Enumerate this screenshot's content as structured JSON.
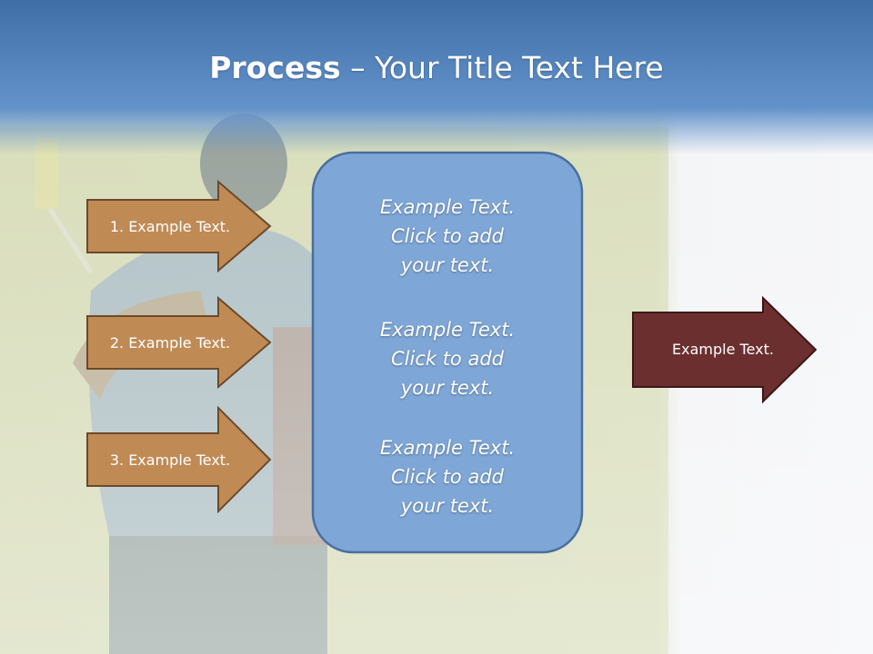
{
  "slide": {
    "title_bold": "Process",
    "title_rest": " – Your Title Text Here"
  },
  "left_arrows": [
    {
      "label": "1. Example Text."
    },
    {
      "label": "2. Example Text."
    },
    {
      "label": "3. Example Text."
    }
  ],
  "center_box": {
    "blocks": [
      {
        "lines": [
          "Example Text.",
          "Click  to add",
          "your text."
        ]
      },
      {
        "lines": [
          "Example Text.",
          "Click  to add",
          "your text."
        ]
      },
      {
        "lines": [
          "Example Text.",
          "Click  to add",
          "your text."
        ]
      }
    ]
  },
  "right_arrow": {
    "label": "Example Text."
  },
  "colors": {
    "header_blue": "#4a7bb5",
    "left_arrow_fill": "#c08a55",
    "left_arrow_stroke": "#6b4a2a",
    "center_box_fill": "#7ea6d6",
    "center_box_stroke": "#4a6f9e",
    "right_arrow_fill": "#6b2f2f",
    "right_arrow_stroke": "#3d1717"
  }
}
